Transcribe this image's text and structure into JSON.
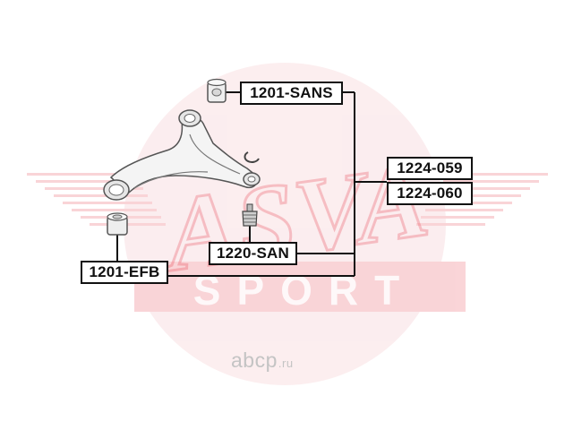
{
  "watermark": {
    "brand": "ASVA",
    "tagline": "SPORT",
    "site_main": "abcp",
    "site_tld": ".ru",
    "color": "#e8404f"
  },
  "labels": {
    "upper_bushing": "1201-SANS",
    "arm_left": "1224-059",
    "arm_right": "1224-060",
    "ball_joint": "1220-SAN",
    "front_bushing": "1201-EFB"
  },
  "colors": {
    "line": "#111111",
    "background": "#ffffff"
  }
}
